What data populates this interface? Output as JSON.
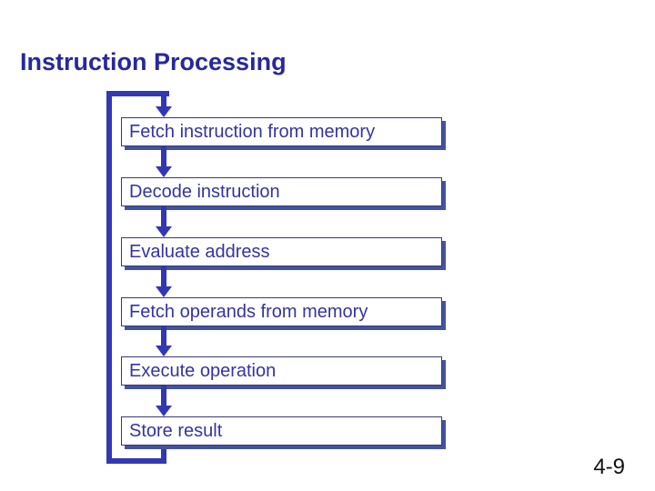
{
  "slide": {
    "title": "Instruction Processing",
    "page_number": "4-9"
  },
  "flowchart": {
    "steps": [
      {
        "label": "Fetch instruction from memory"
      },
      {
        "label": "Decode instruction"
      },
      {
        "label": "Evaluate address"
      },
      {
        "label": "Fetch operands from memory"
      },
      {
        "label": "Execute operation"
      },
      {
        "label": "Store result"
      }
    ]
  },
  "colors": {
    "background": "#FFFFFF",
    "title": "#28289B",
    "box_text": "#3434A0",
    "box_border": "#383878",
    "box_shadow": "#44539E",
    "line": "#3238B2",
    "page_number": "#111111"
  }
}
